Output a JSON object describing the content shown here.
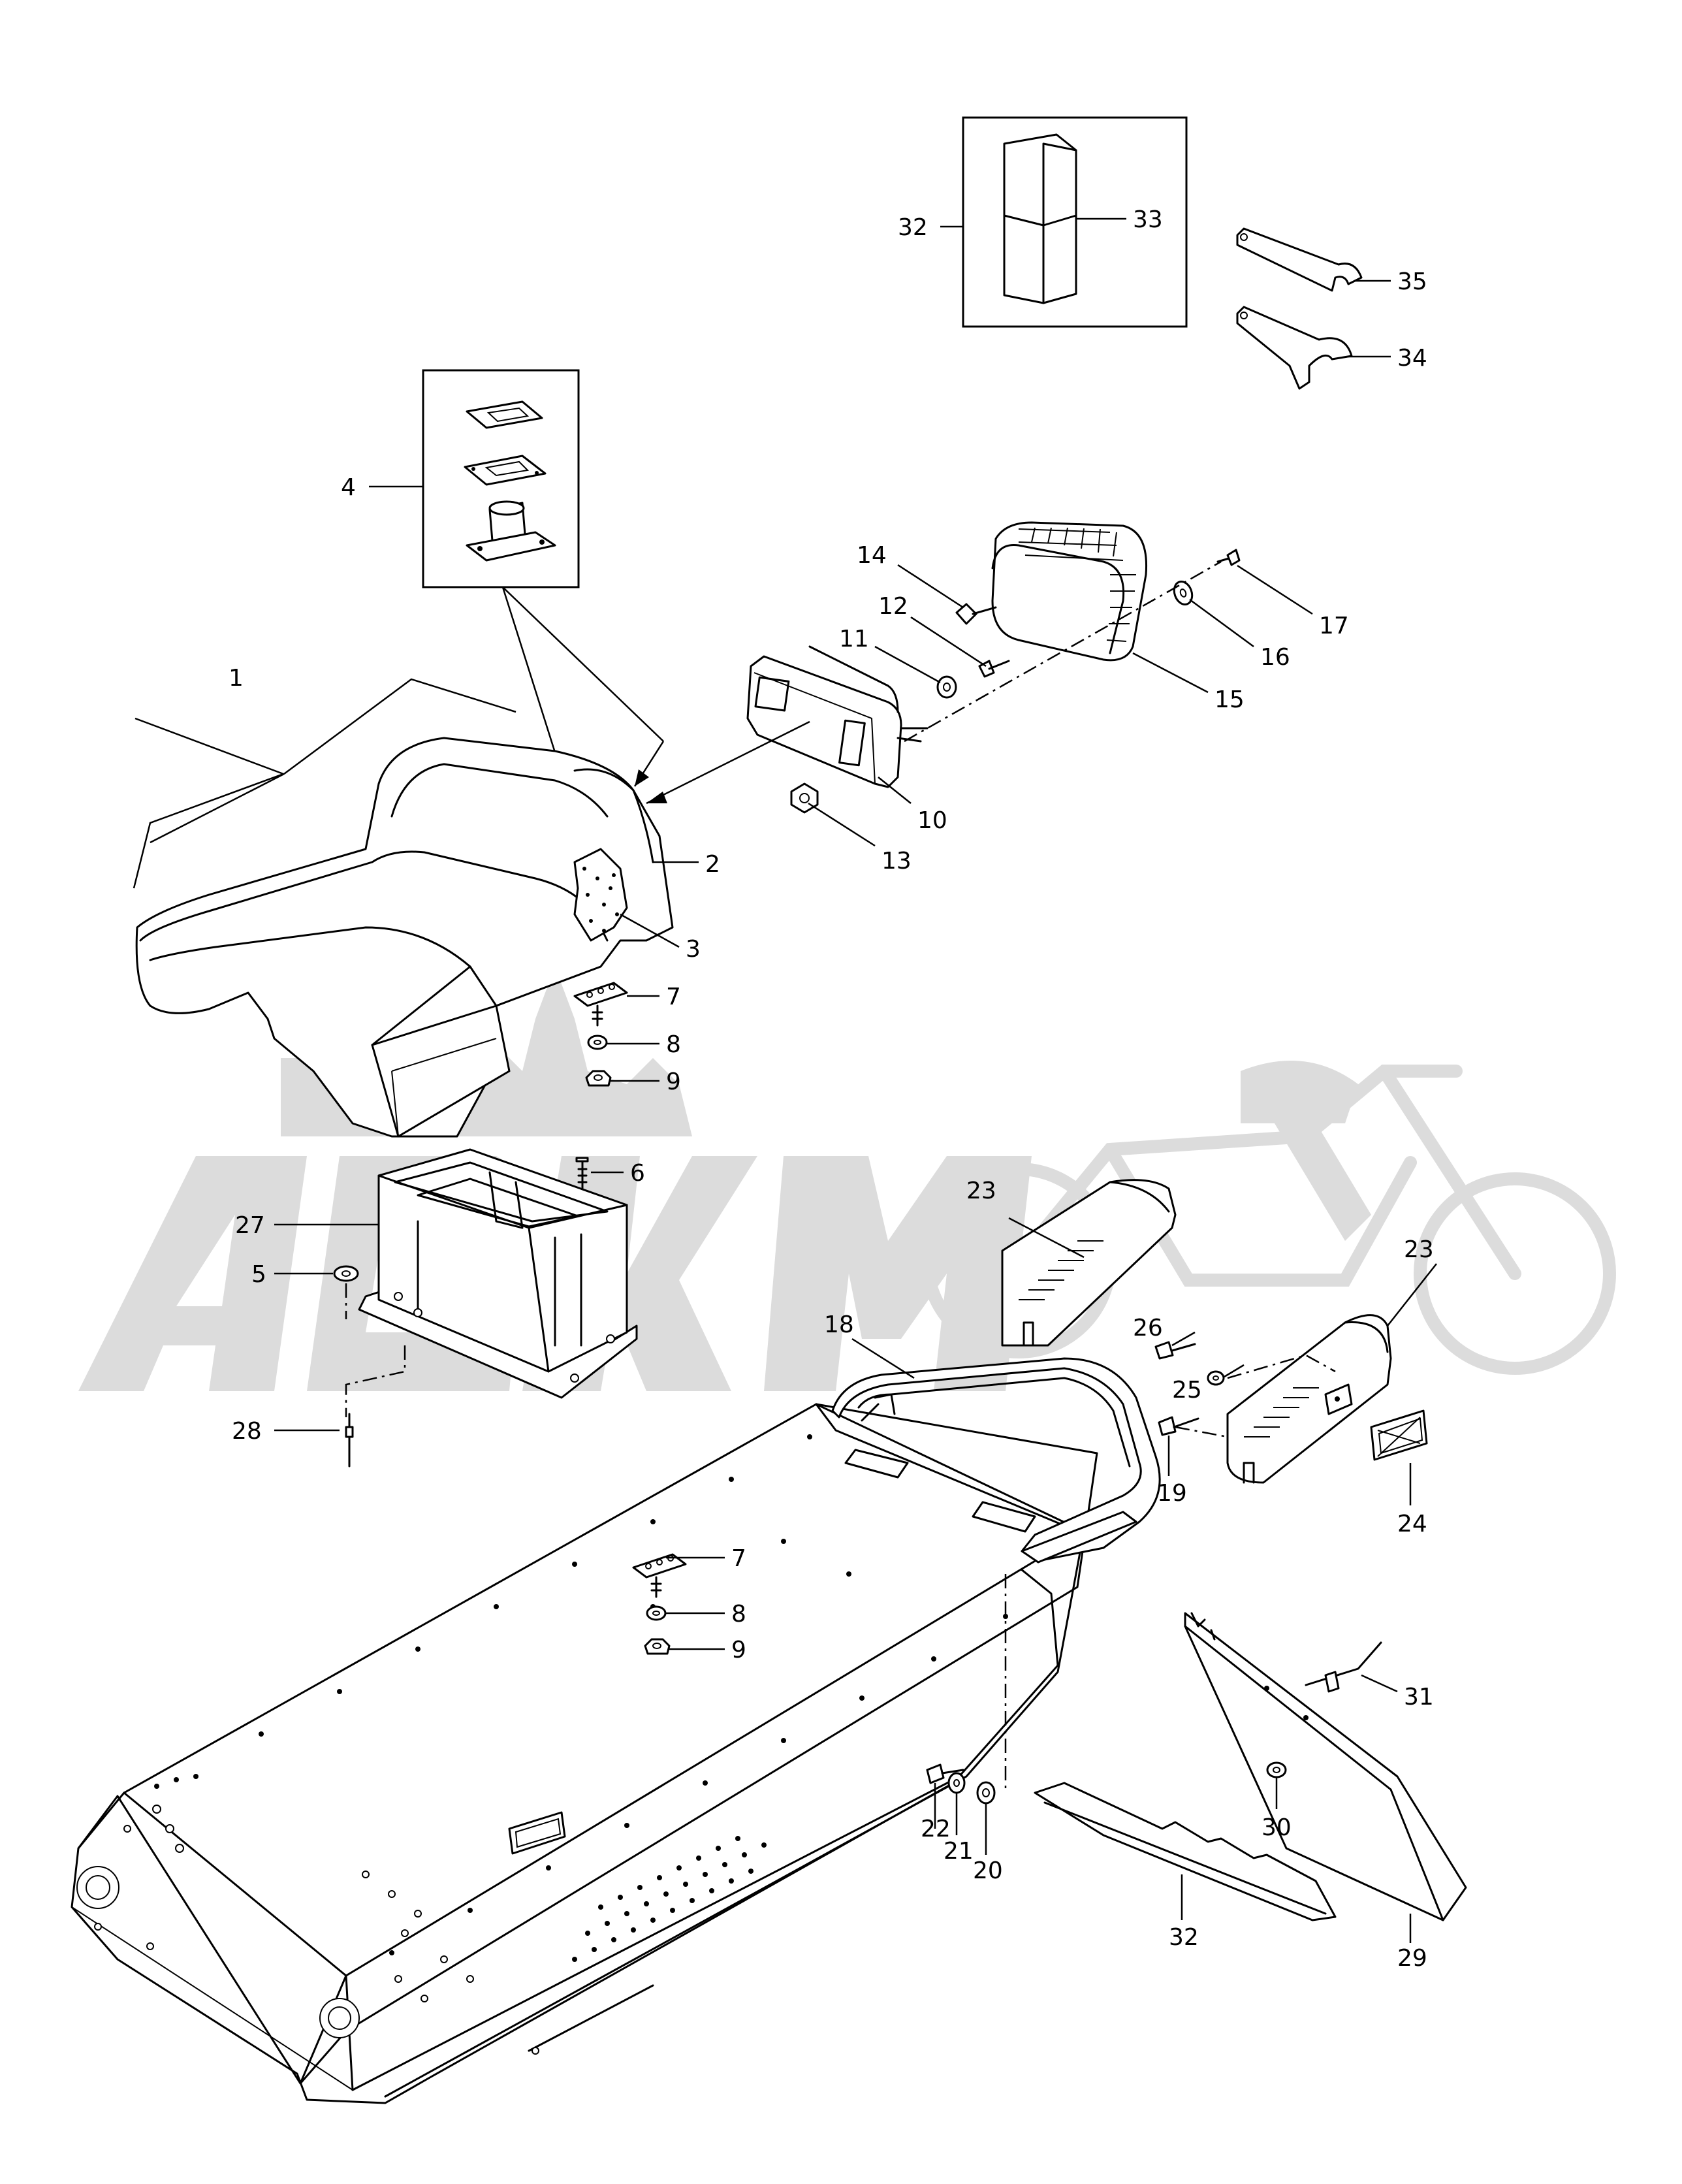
{
  "callouts": {
    "c1": "1",
    "c2": "2",
    "c3": "3",
    "c4": "4",
    "c5": "5",
    "c6": "6",
    "c7a": "7",
    "c7b": "7",
    "c8a": "8",
    "c8b": "8",
    "c9a": "9",
    "c9b": "9",
    "c10": "10",
    "c11": "11",
    "c12": "12",
    "c13": "13",
    "c14": "14",
    "c15": "15",
    "c16": "16",
    "c17": "17",
    "c18": "18",
    "c19": "19",
    "c20": "20",
    "c21": "21",
    "c22": "22",
    "c23a": "23",
    "c23b": "23",
    "c24": "24",
    "c25": "25",
    "c26": "26",
    "c27": "27",
    "c28": "28",
    "c29": "29",
    "c30": "30",
    "c31": "31",
    "c32a": "32",
    "c32b": "32",
    "c33": "33",
    "c34": "34",
    "c35": "35"
  }
}
